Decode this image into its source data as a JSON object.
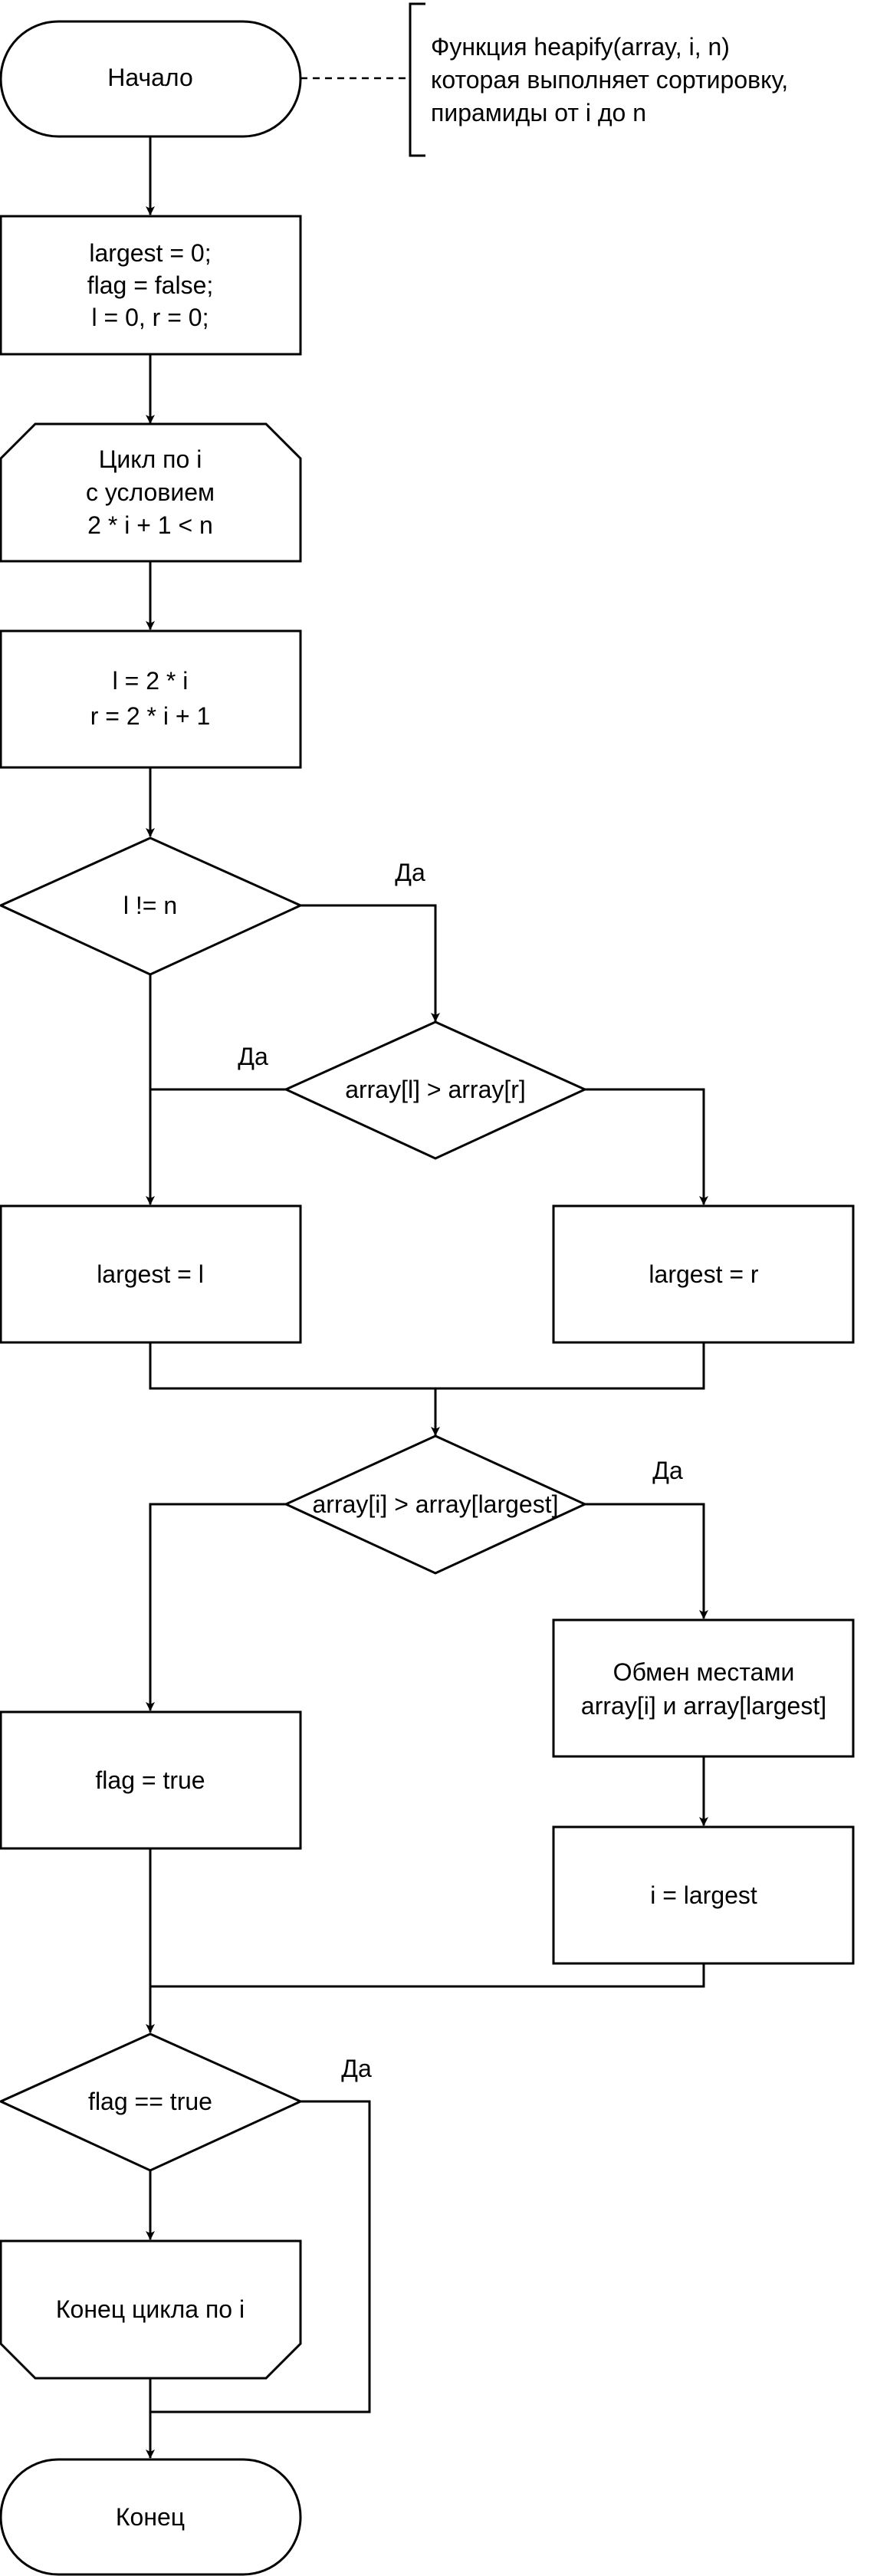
{
  "start": {
    "text": "Начало"
  },
  "note": {
    "lines": [
      "Функция heapify(array, i, n)",
      "которая выполняет сортировку,",
      "пирамиды от i до n"
    ]
  },
  "init": {
    "lines": [
      "largest = 0;",
      "flag = false;",
      "l = 0, r = 0;"
    ]
  },
  "loop_start": {
    "lines": [
      "Цикл по i",
      "с условием",
      "2 * i  + 1 < n"
    ]
  },
  "assign_lr": {
    "lines": [
      "l = 2 * i",
      "r = 2 * i + 1"
    ]
  },
  "cond_l_ne_n": {
    "text": "l != n"
  },
  "cond_l_gt_r": {
    "text": "array[l] > array[r]"
  },
  "largest_l": {
    "text": "largest = l"
  },
  "largest_r": {
    "text": "largest = r"
  },
  "cond_i_gt_largest": {
    "text": "array[i] > array[largest]"
  },
  "swap": {
    "lines": [
      "Обмен местами",
      "array[i]  и array[largest]"
    ]
  },
  "flag_true": {
    "text": "flag = true"
  },
  "i_largest": {
    "text": "i = largest"
  },
  "cond_flag": {
    "text": "flag == true"
  },
  "loop_end": {
    "text": "Конец цикла по i"
  },
  "end": {
    "text": "Конец"
  },
  "edge_labels": {
    "yes_1": "Да",
    "yes_2": "Да",
    "yes_3": "Да",
    "yes_4": "Да"
  }
}
